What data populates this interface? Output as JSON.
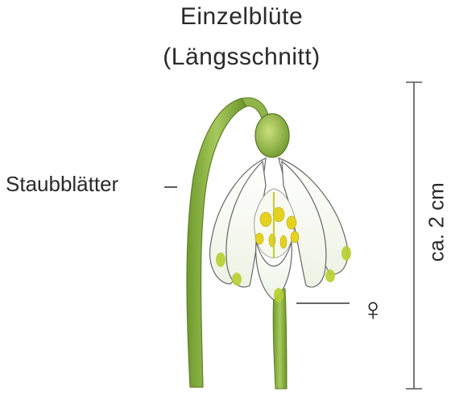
{
  "title": {
    "line1": "Einzelblüte",
    "line2": "(Längsschnitt)"
  },
  "labels": {
    "stamens": "Staubblätter",
    "scale": "ca. 2 cm",
    "female_symbol": "♀"
  },
  "colors": {
    "stem": "#8fb44a",
    "petal": "#f4f7ee",
    "petal_tip": "#b7d02e",
    "pollen": "#e6d424",
    "outline": "#555555"
  }
}
